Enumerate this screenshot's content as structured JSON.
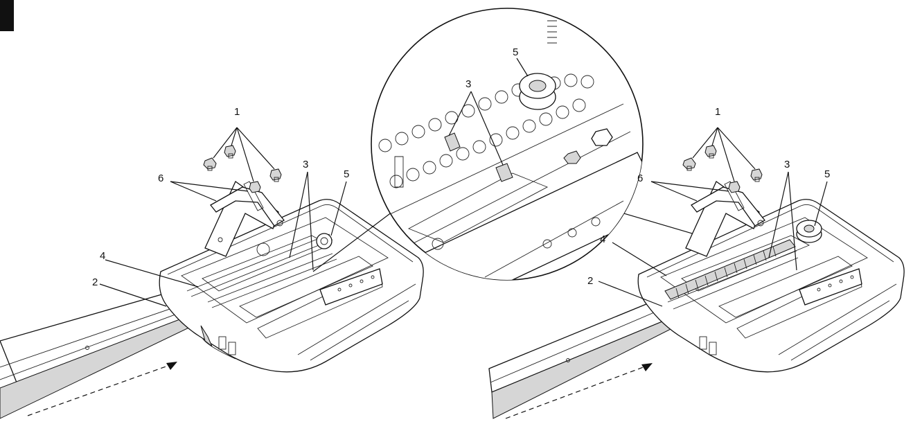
{
  "callouts": {
    "left": [
      "1",
      "6",
      "3",
      "5",
      "4",
      "2"
    ],
    "zoom": [
      "5",
      "3"
    ],
    "right": [
      "1",
      "6",
      "3",
      "5",
      "4",
      "2"
    ]
  }
}
